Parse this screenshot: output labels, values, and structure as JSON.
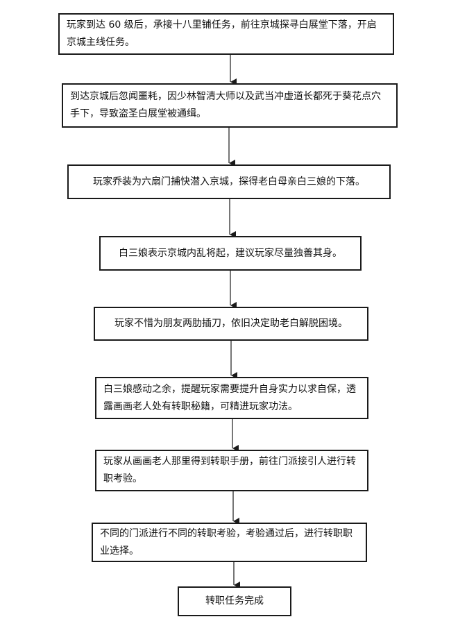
{
  "flowchart": {
    "steps": [
      "玩家到达 60 级后，承接十八里铺任务，前往京城探寻白展堂下落，开启京城主线任务。",
      "到达京城后忽闻噩耗，因少林智清大师以及武当冲虚道长都死于葵花点穴手下，导致盗圣白展堂被通缉。",
      "玩家乔装为六扇门捕快潜入京城，探得老白母亲白三娘的下落。",
      "白三娘表示京城内乱将起，建议玩家尽量独善其身。",
      "玩家不惜为朋友两肋插刀，依旧决定助老白解脱困境。",
      "白三娘感动之余，提醒玩家需要提升自身实力以求自保，透露画画老人处有转职秘籍，可精进玩家功法。",
      "玩家从画画老人那里得到转职手册，前往门派接引人进行转职考验。",
      "不同的门派进行不同的转职考验，考验通过后，进行转职职业选择。",
      "转职任务完成"
    ]
  }
}
